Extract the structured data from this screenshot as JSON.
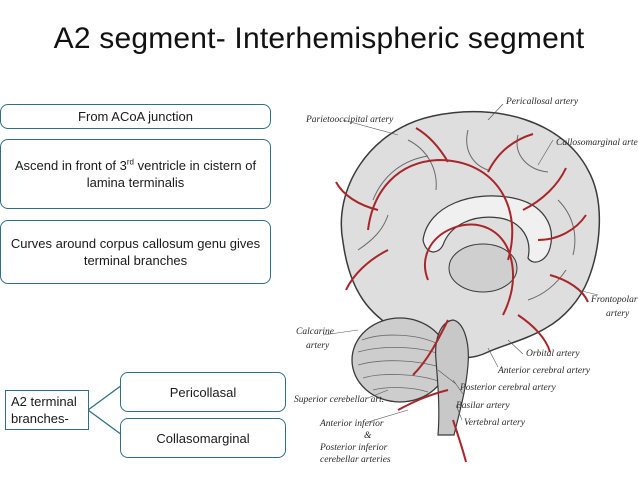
{
  "title": "A2 segment- Interhemispheric segment",
  "boxes": {
    "origin": "From ACoA junction",
    "ascend_pre": "Ascend in front of 3",
    "ascend_sup": "rd",
    "ascend_post": " ventricle in cistern of lamina terminalis",
    "curves": "Curves around corpus callosum genu gives terminal branches",
    "terminal": "A2 terminal branches-",
    "branch1": "Pericollasal",
    "branch2": "Collasomarginal"
  },
  "figure_labels": {
    "parieto_occipital": "Parietooccipital artery",
    "pericallosal": "Pericallosal artery",
    "callosomarginal": "Callosomarginal artery",
    "frontopolar_1": "Frontopolar",
    "frontopolar_2": "artery",
    "calcarine_1": "Calcarine",
    "calcarine_2": "artery",
    "orbital": "Orbital artery",
    "anterior_cerebral": "Anterior cerebral artery",
    "posterior_cerebral": "Posterior cerebral artery",
    "superior_cerebellar": "Superior cerebellar art.",
    "basilar": "Basilar artery",
    "vertebral": "Vertebral artery",
    "aica_1": "Anterior inferior",
    "aica_2": "&",
    "aica_3": "Posterior inferior",
    "aica_4": "cerebellar arteries"
  },
  "colors": {
    "box_border": "#2e6f88",
    "artery": "#a8262a",
    "brain": "#d9d9d9"
  }
}
